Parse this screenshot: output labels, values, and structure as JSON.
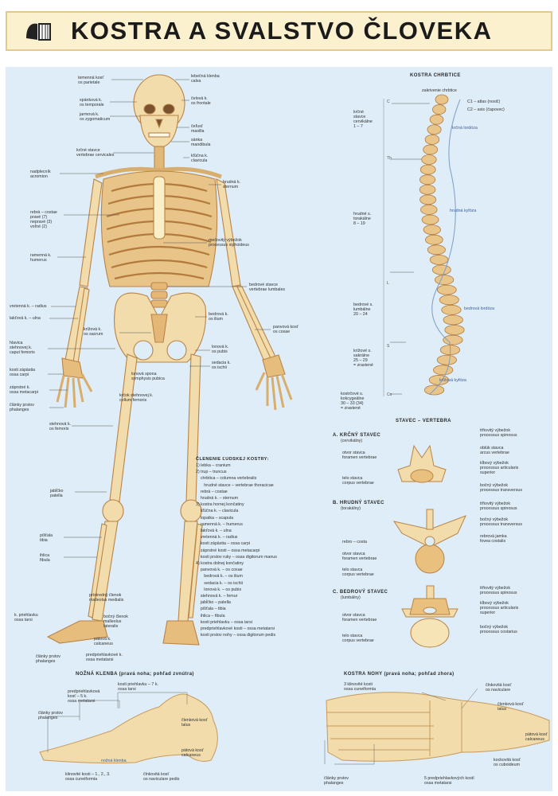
{
  "title": "KOSTRA A SVALSTVO ČLOVEKA",
  "colors": {
    "bone": "#f2dcab",
    "bone_dark": "#c08a48",
    "panel": "#deedf7",
    "title_bg": "#fbf1cf",
    "title_border": "#e3c98a"
  },
  "skeleton_labels": [
    "temenná kosť\nos parietale",
    "spánková k.\nos temporale",
    "jarmová k.\nos zygomaticum",
    "krčné stavce\nvertebrae cervicales",
    "nadplecník\nacromion",
    "rebrá – costae\npravé (7)\nnepravé (3)\nvoľné (2)",
    "ramenná k.\nhumerus",
    "vretenná k. – radius",
    "lakťová k. – ulna",
    "hlavica\nstehnovej k.\ncaput femoris",
    "kosti zápästia\nossa carpi",
    "záprstné k.\nossa metacarpi",
    "články prstov\nphalanges",
    "stehnová k.\nos femoris",
    "lebečná klenba\ncalva",
    "čelová k.\nos frontale",
    "čeľusť\nmaxilla",
    "sánka\nmandibula",
    "kľúčna k.\nclavicula",
    "hrudná k.\nsternum",
    "mečovitý výbežok\nprocessus xiphoideus",
    "bedrové stavce\nvertebrae lumbales",
    "bedrová k.\nos ilium",
    "krížová k.\nos sacrum",
    "panvová kosť\nos coxae",
    "lonová k.\nos pubis",
    "sedacia k.\nos ischii",
    "lonová spona\nsymphysis pubica",
    "krčok stehnovej k.\ncollum femoris",
    "jabĺčko\npatella",
    "píšťala\ntibia",
    "ihlica\nfibula",
    "prístredný členok\nmalleolus medialis",
    "bočný členok\nmalleolus\nlateralis",
    "k. priehlavku\nossa tarsi",
    "pätová k.\ncalcaneus",
    "články prstov\nphalanges",
    "predpriehlavkové k.\nossa metatarsi"
  ],
  "spine": {
    "title": "KOSTRA CHRBTICE",
    "labels": [
      "zakrivenie chrbtice",
      "C1 – atlas (nosič)",
      "C2 – axis (čapovec)",
      "krčné\nstavce\ncervikálne\n1 – 7",
      "krčná lordóza",
      "hrudné s.\ntorakálne\n8 – 19",
      "hrudná kyfóza",
      "bedrové s.\nlumbálne\n20 – 24",
      "bedrová lordóza",
      "krížové s.\nsakrálne\n25 – 29\n= zrastené",
      "krížová kyfóza",
      "kostrčové s.\nkokcygeálne\n30 – 33 (34)\n= zrastené"
    ],
    "markers": [
      "C",
      "Th",
      "L",
      "S",
      "Co"
    ]
  },
  "vertebra": {
    "title": "STAVEC – VERTEBRA",
    "labels": [
      "A. KRČNÝ STAVEC",
      "(cervikálny)",
      "otvor stavca\nforamen vertebrae",
      "telo stavca\ncorpus vertebrae",
      "tŕňovitý výbežok\nprocessus spinosus",
      "oblúk stavca\narcus vertebrae",
      "kĺbový výbežok\nprocessus articularis\nsuperior",
      "bočný výbežok\nprocessus transversus",
      "B. HRUDNÝ STAVEC",
      "(torakálny)",
      "rebro – costa",
      "otvor stavca\nforamen vertebrae",
      "telo stavca\ncorpus vertebrae",
      "tŕňovitý výbežok\nprocessus spinosus",
      "bočný výbežok\nprocessus transversus",
      "rebrová jamka\nfovea costalis",
      "C. BEDROVÝ STAVEC",
      "(lumbálny)",
      "otvor stavca\nforamen vertebrae",
      "telo stavca\ncorpus vertebrae",
      "tŕňovitý výbežok\nprocessus spinosus",
      "kĺbový výbežok\nprocessus articularis\nsuperior",
      "bočný výbežok\nprocessus costarius"
    ]
  },
  "classification": {
    "title": "ČLENENIE ĽUDSKEJ KOSTRY:",
    "lines": [
      "1) lebka – cranium",
      "2) trup – truncus",
      "    chrbtica – columna vertebralis",
      "       hrudné stavce – vertebrae thoracicae",
      "    rebrá – costae",
      "    hrudná k. – sternum",
      "3) kostra hornej končatiny",
      "    kľúčna k. – clavicula",
      "    lopatka – scapula",
      "    ramenná k. – humerus",
      "    lakťová k. – ulna",
      "    vretenná k. – radius",
      "    kosti zápästia – ossa carpi",
      "    záprstné kosti – ossa metacarpi",
      "    kosti prstov ruky – ossa digitorum manus",
      "4) kostra dolnej končatiny",
      "    panvová k. – os coxae",
      "       bedrová k. – os ilium",
      "       sedacia k. – os ischii",
      "       lonová k. – os pubis",
      "    stehnová k. – femur",
      "    jabĺčko – patella",
      "    píšťala – tibia",
      "    ihlica – fibula",
      "    kosti priehlavku – ossa tarsi",
      "    predpriehlavkové kosti – ossa metatarsi",
      "    kosti prstov nohy – ossa digitorum pedis"
    ]
  },
  "foot_side": {
    "title": "NOŽNÁ KLENBA (pravá noha; pohľad zvnútra)",
    "labels": [
      "kosti priehlavku – 7 k.\nossa tarsi",
      "predpriehlavková\nkosť – 5 k.\nossa metatarsi",
      "články prstov\nphalanges",
      "členková kosť\ntalus",
      "pätová kosť\ncalcaneus",
      "nožná klenba",
      "klinovité kosti – 1., 2., 3.\nossa cuneiformia",
      "člnkovitá kosť\nos naviculare pedis"
    ]
  },
  "foot_top": {
    "title": "KOSTRA NOHY (pravá noha; pohľad zhora)",
    "labels": [
      "3 klinovité kosti\nossa cuneiformia",
      "člnkovitá kosť\nos naviculare",
      "členková kosť\ntalus",
      "pätová kosť\ncalcaneus",
      "kockovitá kosť\nos cuboideum",
      "články prstov\nphalanges",
      "5 predpriehlavkových kostí\nossa metatarsi"
    ]
  }
}
